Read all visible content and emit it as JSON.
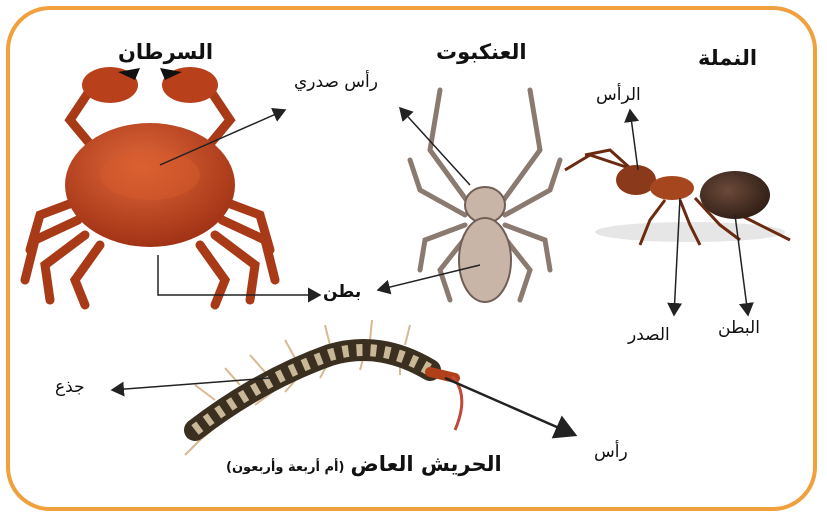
{
  "animals": {
    "crab": {
      "name": "السرطان"
    },
    "spider": {
      "name": "العنكبوت",
      "head_label": "رأس صدري",
      "abdomen_label": "بطن"
    },
    "ant": {
      "name": "النملة",
      "head_label": "الرأس",
      "thorax_label": "الصدر",
      "abdomen_label": "البطن"
    },
    "centipede": {
      "name": "الحريش العاض",
      "name_note": "(أم أربعة وأربعون)",
      "trunk_label": "جذع",
      "head_label": "رأس"
    }
  },
  "colors": {
    "frame": "#f0a03c",
    "crab": "#c2461e",
    "spider": "#c9b5a8",
    "ant": "#8a3a1a",
    "centipede": "#6a5a3a"
  }
}
